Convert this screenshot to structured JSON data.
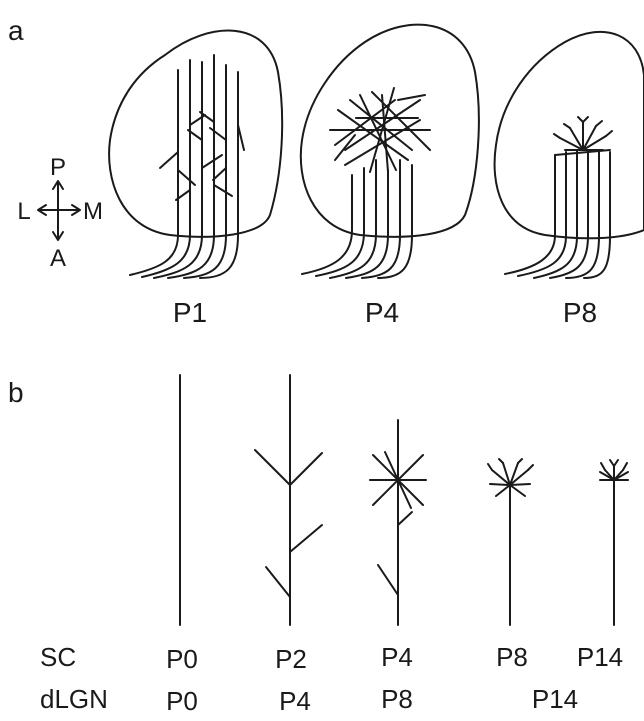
{
  "panel_a": {
    "label": "a",
    "compass": {
      "posterior": "P",
      "anterior": "A",
      "lateral": "L",
      "medial": "M"
    },
    "stages": [
      "P1",
      "P4",
      "P8"
    ]
  },
  "panel_b": {
    "label": "b",
    "row_labels": {
      "sc": "SC",
      "dlgn": "dLGN"
    },
    "sc_ages": [
      "P0",
      "P2",
      "P4",
      "P8",
      "P14"
    ],
    "dlgn_ages": [
      "P0",
      "P4",
      "P8",
      "P14"
    ]
  }
}
